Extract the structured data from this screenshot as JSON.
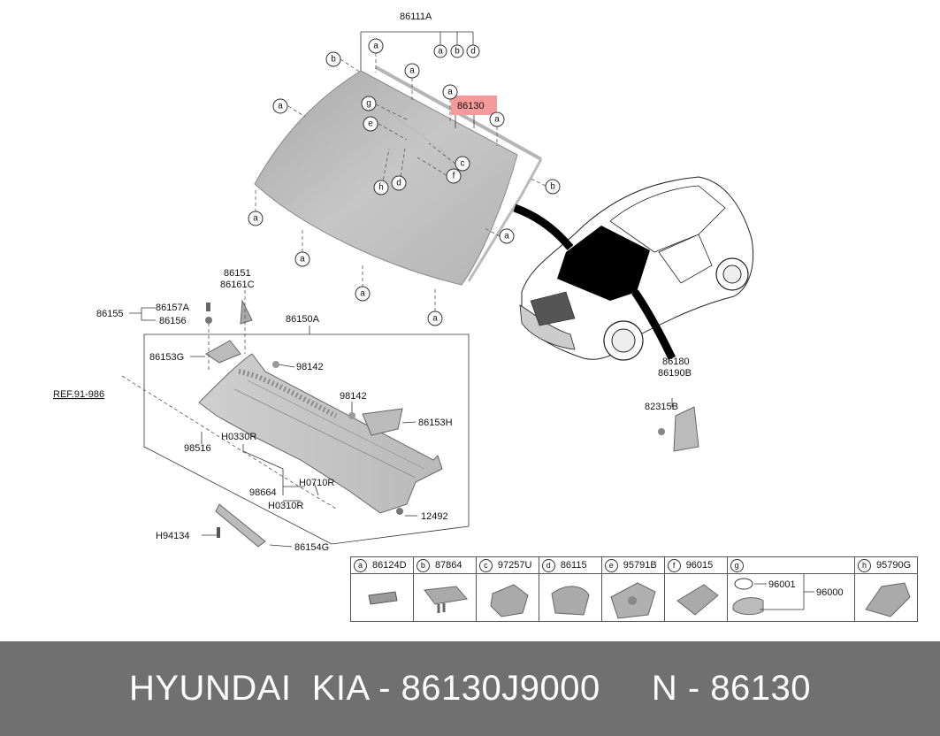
{
  "labels": {
    "l86111A": "86111A",
    "l86130": "86130",
    "l86151": "86151",
    "l86161C": "86161C",
    "l86150A": "86150A",
    "l86155": "86155",
    "l86157A": "86157A",
    "l86156": "86156",
    "l86153G": "86153G",
    "l98142a": "98142",
    "l98142b": "98142",
    "l86153H": "86153H",
    "ref": "REF.91-986",
    "l98516": "98516",
    "lH0330R": "H0330R",
    "l98664": "98664",
    "lH0710R": "H0710R",
    "lH0310R": "H0310R",
    "l12492": "12492",
    "lH94134": "H94134",
    "l86154G": "86154G",
    "l86180": "86180",
    "l86190B": "86190B",
    "l82315B": "82315B"
  },
  "callouts": {
    "a": "a",
    "b": "b",
    "c": "c",
    "d": "d",
    "e": "e",
    "f": "f",
    "g": "g",
    "h": "h"
  },
  "legend": {
    "a": {
      "letter": "a",
      "part": "86124D"
    },
    "b": {
      "letter": "b",
      "part": "87864"
    },
    "c": {
      "letter": "c",
      "part": "97257U"
    },
    "d": {
      "letter": "d",
      "part": "86115"
    },
    "e": {
      "letter": "e",
      "part": "95791B"
    },
    "f": {
      "letter": "f",
      "part": "96015"
    },
    "g": {
      "letter": "g",
      "part": "",
      "sub1": "96001",
      "sub2": "96000"
    },
    "h": {
      "letter": "h",
      "part": "95790G"
    }
  },
  "colors": {
    "highlight": "#f59a9a",
    "glass": "#bdbdbd",
    "footer_bg": "#707070",
    "footer_text": "#ffffff"
  },
  "footer": {
    "text": "HYUNDAI  KIA - 86130J9000     N - 86130"
  }
}
